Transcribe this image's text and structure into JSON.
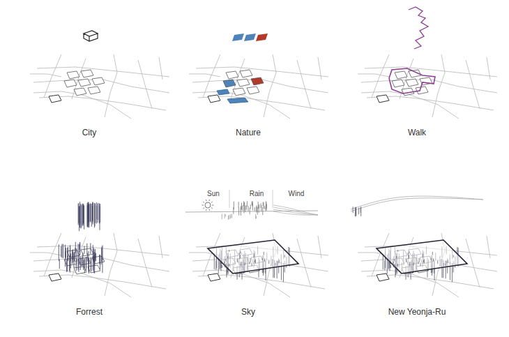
{
  "diagram": {
    "labels": [
      "City",
      "Nature",
      "Walk",
      "Sun",
      "Rain",
      "Wind",
      "Forrest",
      "Sky",
      "New Yeonja-Ru"
    ]
  }
}
